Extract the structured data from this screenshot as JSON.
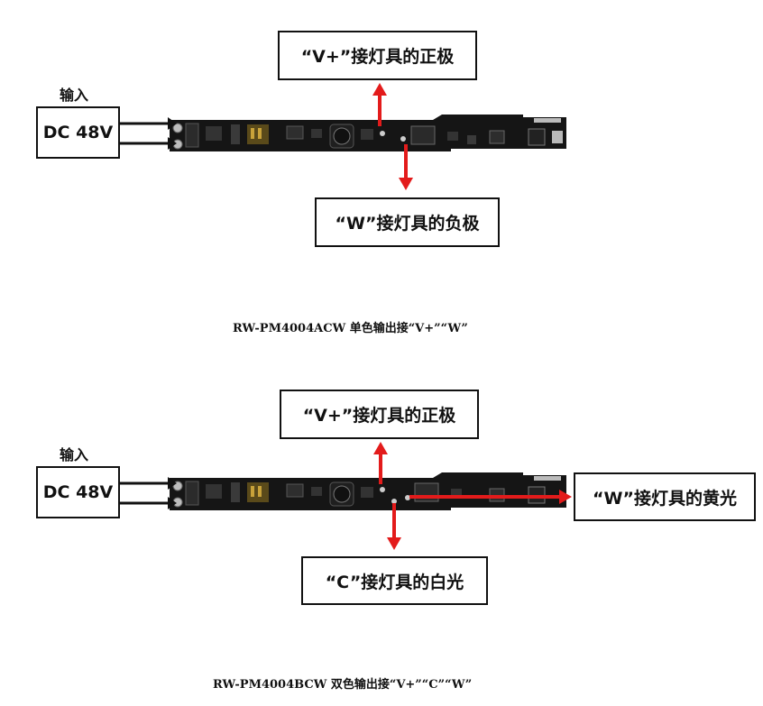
{
  "diagram1": {
    "input_label": "输入",
    "source_box": "DC 48V",
    "top_box": "“V+”接灯具的正极",
    "bottom_box": "“W”接灯具的负极",
    "caption": "RW-PM4004ACW 单色输出接“V+”“W”"
  },
  "diagram2": {
    "input_label": "输入",
    "source_box": "DC 48V",
    "top_box": "“V+”接灯具的正极",
    "right_box": "“W”接灯具的黄光",
    "bottom_box": "“C”接灯具的白光",
    "caption": "RW-PM4004BCW 双色输出接“V+”“C”“W”"
  },
  "colors": {
    "arrow": "#e31b1b",
    "board": "#151515",
    "line": "#111111"
  }
}
